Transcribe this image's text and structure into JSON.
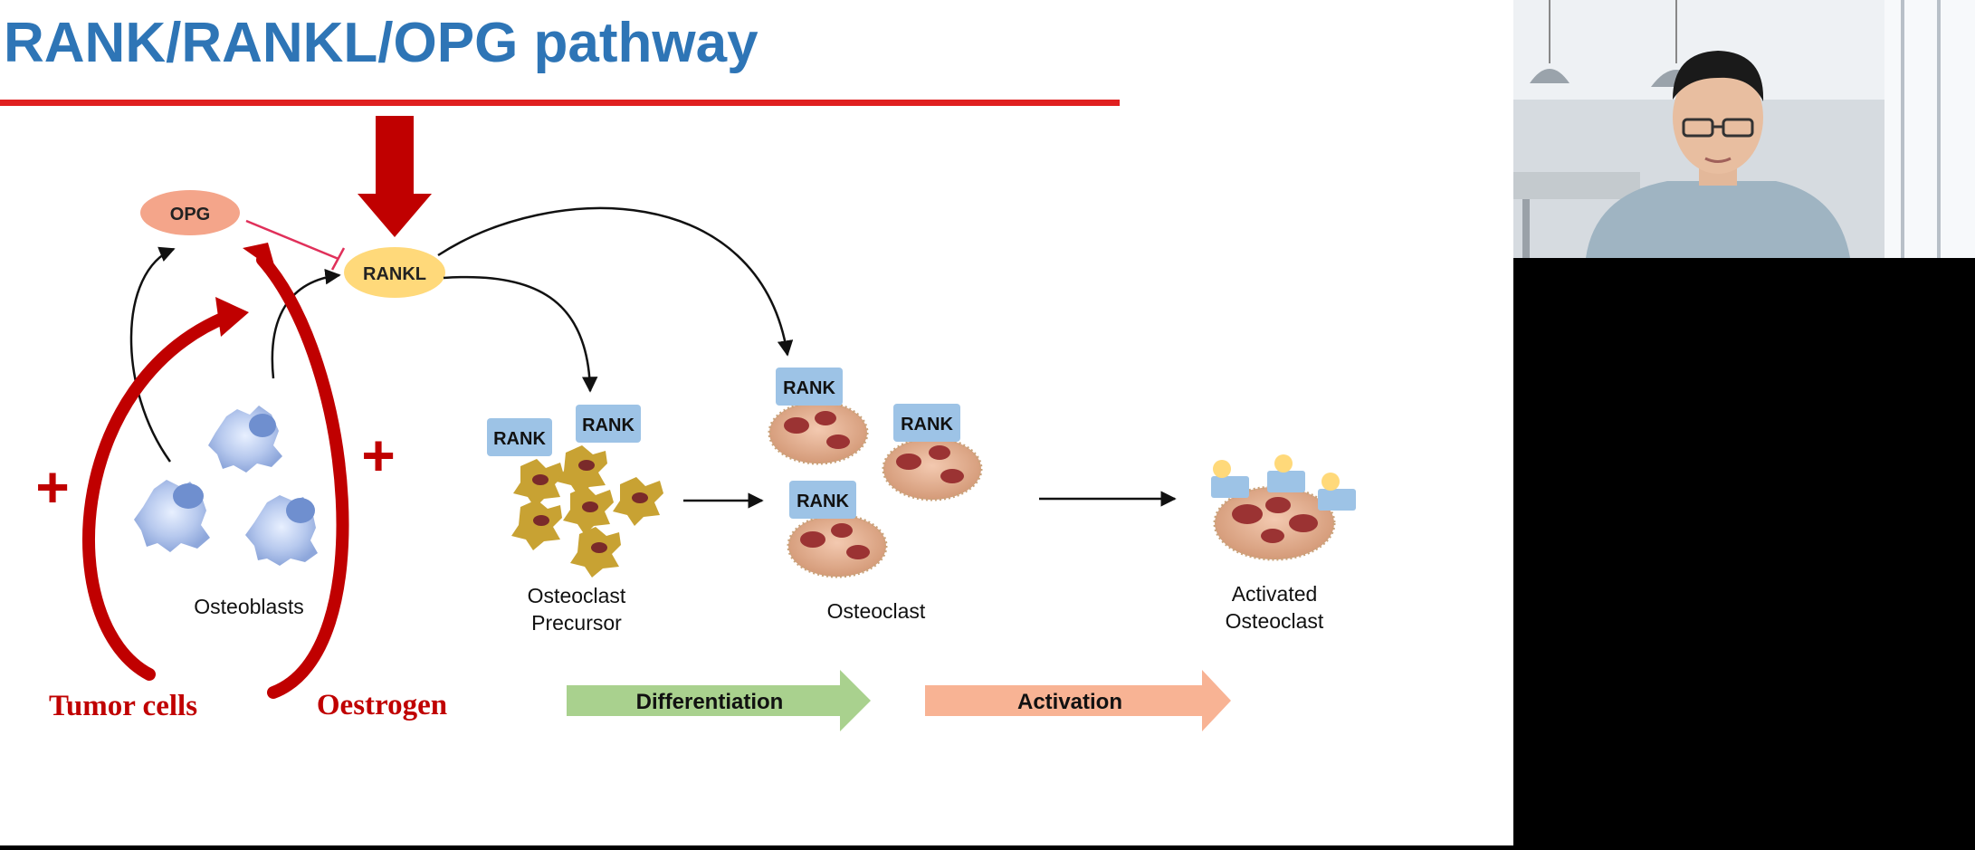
{
  "slide": {
    "title": "RANK/RANKL/OPG pathway",
    "nodes": {
      "opg": "OPG",
      "rankl": "RANKL"
    },
    "rank_label": "RANK",
    "plus": "+",
    "cells": {
      "osteoblasts": "Osteoblasts",
      "precursor_line1": "Osteoclast",
      "precursor_line2": "Precursor",
      "osteoclast": "Osteoclast",
      "activated_line1": "Activated",
      "activated_line2": "Osteoclast"
    },
    "factors": {
      "tumor": "Tumor cells",
      "oestrogen": "Oestrogen"
    },
    "stages": {
      "differentiation": "Differentiation",
      "activation": "Activation"
    },
    "colors": {
      "title": "#2e75b6",
      "red": "#c00000",
      "opg_fill": "#f4a58a",
      "rankl_fill": "#ffd97a",
      "rank_box": "#9dc3e6",
      "differentiation_arrow": "#a9d18e",
      "activation_arrow": "#f8b394"
    }
  },
  "webcam": {
    "description_icon": "presenter-video-icon"
  }
}
